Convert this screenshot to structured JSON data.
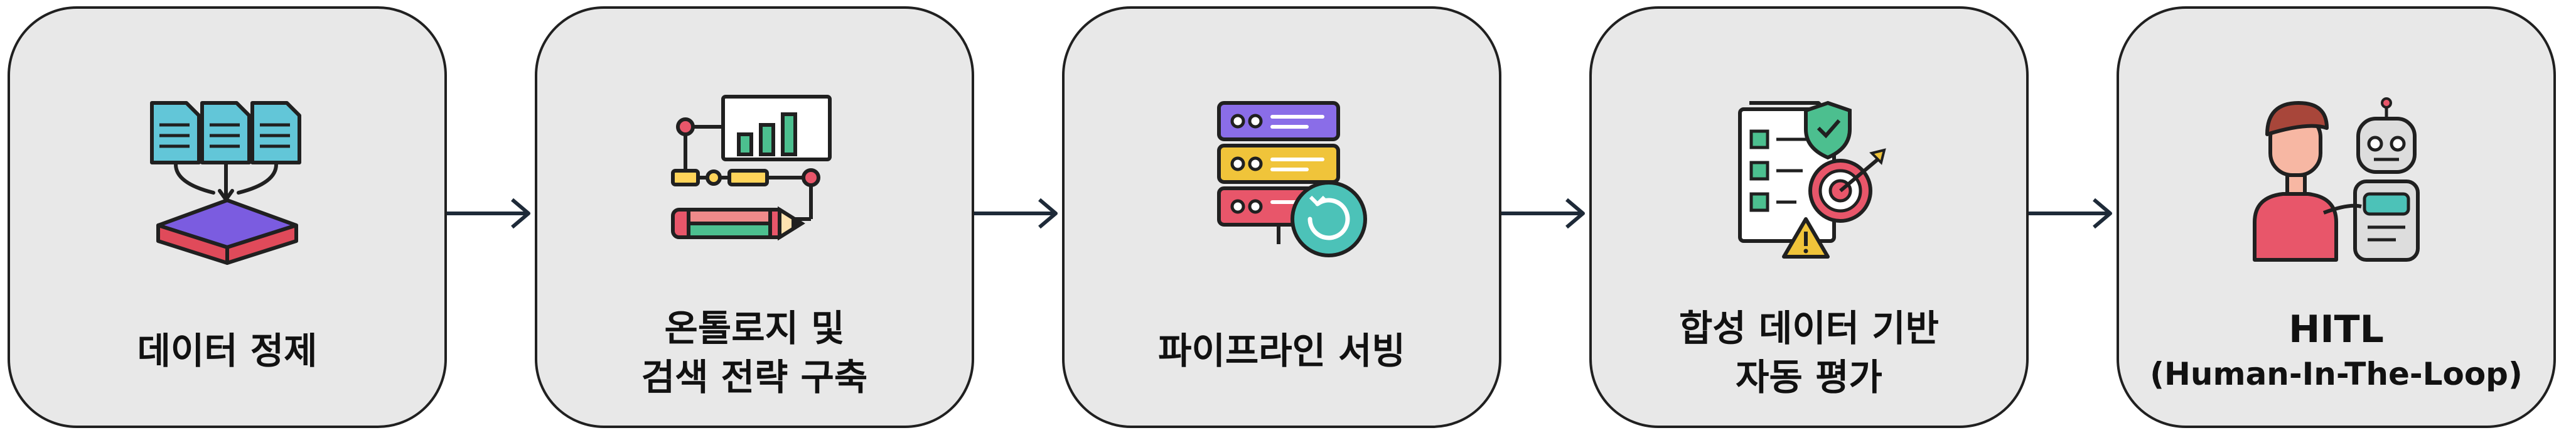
{
  "steps": [
    {
      "lines": [
        "데이터 정제"
      ],
      "icon": "documents-to-storage-icon"
    },
    {
      "lines": [
        "온톨로지 및",
        "검색 전략 구축"
      ],
      "icon": "ontology-flow-chart-icon"
    },
    {
      "lines": [
        "파이프라인 서빙"
      ],
      "icon": "server-refresh-icon"
    },
    {
      "lines": [
        "합성 데이터 기반",
        "자동 평가"
      ],
      "icon": "checklist-target-icon"
    },
    {
      "lines": [
        "HITL",
        "(Human-In-The-Loop)"
      ],
      "icon": "human-robot-icon"
    }
  ],
  "colors": {
    "card_bg": "#e8e8e8",
    "outline": "#202020",
    "arrow": "#1e2a38"
  }
}
